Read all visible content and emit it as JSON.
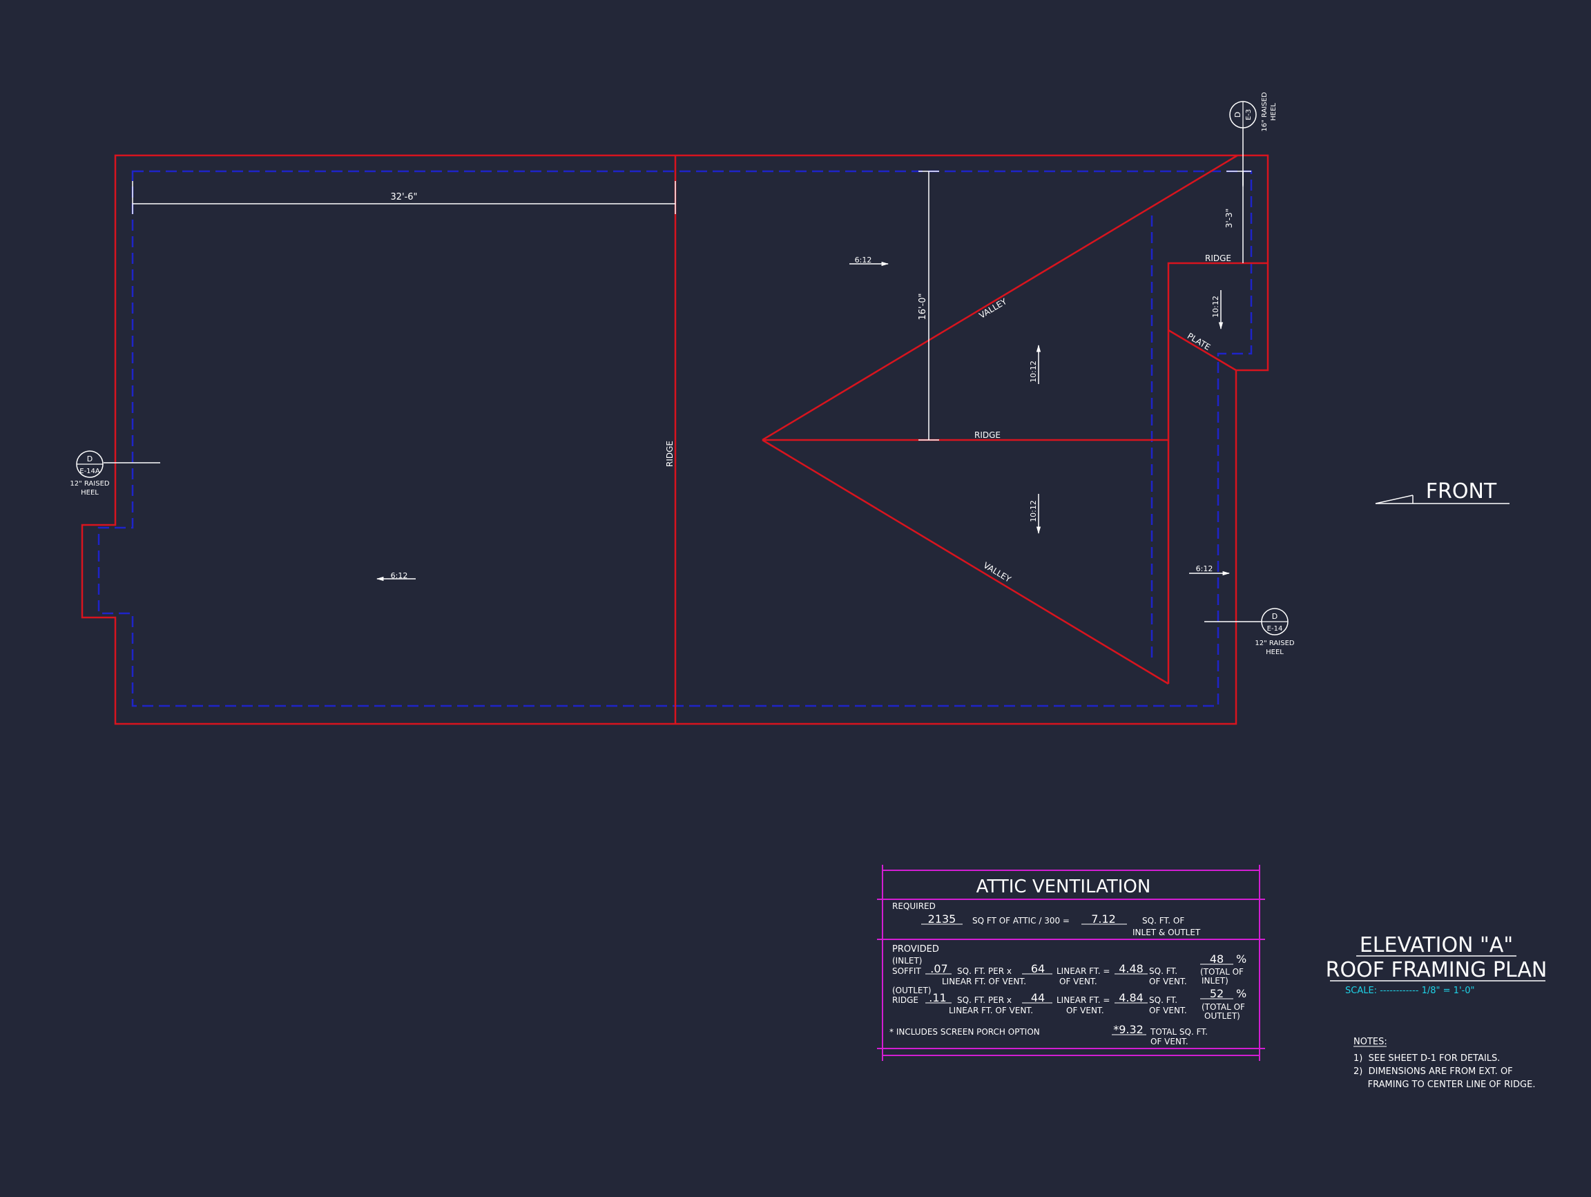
{
  "colors": {
    "background": "#232738",
    "wall": "#d8141e",
    "overhang": "#1e24c8",
    "text": "#ffffff",
    "table": "#d21ed2",
    "scale": "#1ed2e6"
  },
  "plan": {
    "dim_width": "32'-6\"",
    "dim_depth": "16'-0\"",
    "dim_small": "3'-3\"",
    "ridge_main": "RIDGE",
    "ridge_mid": "RIDGE",
    "ridge_right": "RIDGE",
    "valley_upper": "VALLEY",
    "valley_lower": "VALLEY",
    "plate": "PLATE",
    "pitch_left": "6:12",
    "pitch_top": "6:12",
    "pitch_right": "6:12",
    "pitch_up": "10:12",
    "pitch_down": "10:12",
    "pitch_wing": "10:12"
  },
  "callouts": {
    "left": {
      "top": "D",
      "bottom": "E-14A",
      "note1": "12\" RAISED",
      "note2": "HEEL"
    },
    "right": {
      "top": "D",
      "bottom": "E-14",
      "note1": "12\" RAISED",
      "note2": "HEEL"
    },
    "top": {
      "top": "D",
      "bottom": "E-3",
      "note1": "16\" RAISED",
      "note2": "HEEL"
    }
  },
  "front_label": "FRONT",
  "ventilation": {
    "title": "ATTIC VENTILATION",
    "required_label": "REQUIRED",
    "attic_sqft": "2135",
    "attic_text": "SQ FT OF ATTIC / 300 =",
    "required_result": "7.12",
    "required_unit1": "SQ. FT. OF",
    "required_unit2": "INLET & OUTLET",
    "provided_label": "PROVIDED",
    "inlet_label": "(INLET)",
    "soffit_label": "SOFFIT",
    "soffit_value": ".07",
    "per_text": "SQ. FT. PER x",
    "soffit_linear": "64",
    "linear_text": "LINEAR FT. =",
    "soffit_total": "4.48",
    "sqft_text": "SQ. FT.",
    "per_sub": "LINEAR FT. OF VENT.",
    "of_vent": "OF VENT.",
    "inlet_percent": "48",
    "inlet_total_a": "(TOTAL OF",
    "inlet_total_b": "INLET)",
    "outlet_label": "(OUTLET)",
    "ridge_label": "RIDGE",
    "ridge_value": ".11",
    "ridge_linear": "44",
    "ridge_total": "4.84",
    "outlet_percent": "52",
    "outlet_total_a": "(TOTAL OF",
    "outlet_total_b": "OUTLET)",
    "percent_sign": "%",
    "porch_note": "* INCLUDES SCREEN PORCH OPTION",
    "grand_total": "*9.32",
    "grand_total_text": "TOTAL SQ. FT.",
    "grand_total_sub": "OF VENT."
  },
  "title_block": {
    "line1": "ELEVATION \"A\"",
    "line2": "ROOF FRAMING PLAN",
    "scale": "SCALE: ------------ 1/8\" = 1'-0\""
  },
  "notes": {
    "heading": "NOTES:",
    "items": [
      "1)  SEE SHEET D-1 FOR DETAILS.",
      "2)  DIMENSIONS ARE FROM EXT. OF",
      "     FRAMING TO CENTER LINE OF RIDGE."
    ]
  }
}
